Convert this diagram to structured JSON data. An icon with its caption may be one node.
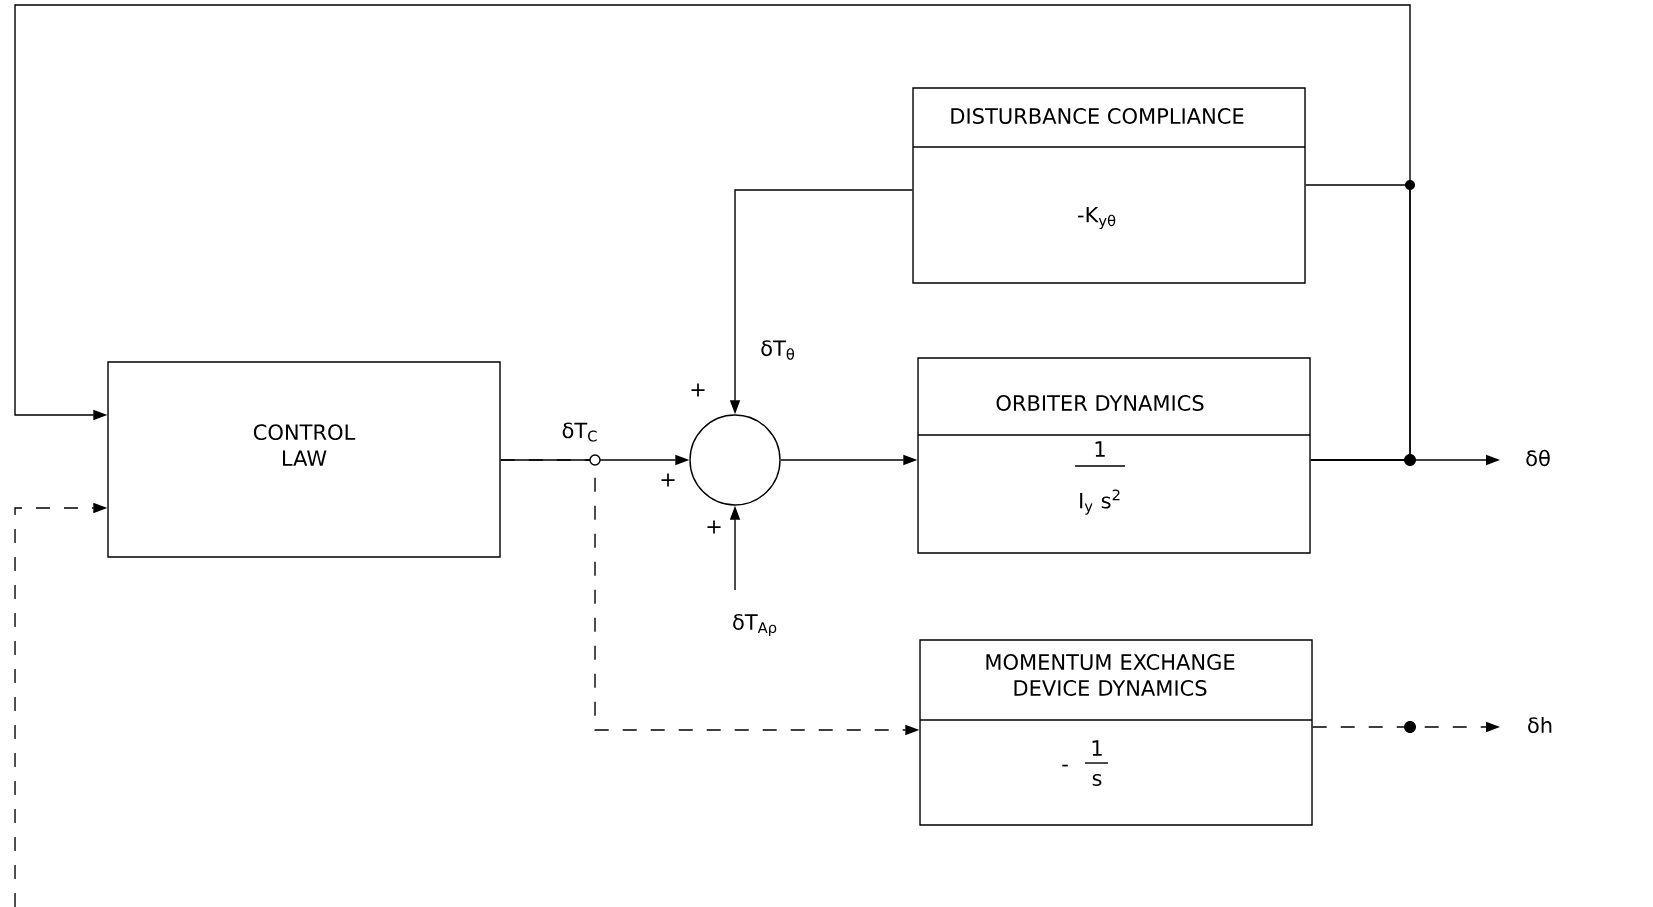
{
  "diagram": {
    "nodes": [
      {
        "text": [
          "CONTROL LAW"
        ]
      },
      {
        "text": [],
        "shape": "circle",
        "beside": [
          "+",
          "+",
          "+"
        ]
      },
      {
        "text": [
          "DISTURBANCE COMPLIANCE",
          "-K$_{yθ}$"
        ]
      },
      {
        "text": [
          "ORBITER DYNAMICS",
          "1",
          "I$_{y}$ s$^{2}$"
        ]
      },
      {
        "text": [
          "MOMENTUM EXCHANGE DEVICE DYNAMICS",
          "-",
          "1",
          "s"
        ]
      }
    ],
    "edges": [
      {
        "from": 0,
        "to": 1,
        "arrow": "to",
        "label": "δT$_{C}$"
      },
      {
        "from": 1,
        "to": 3,
        "arrow": "to"
      },
      {
        "from": 3,
        "to": null,
        "arrow": "to",
        "label": "δθ"
      },
      {
        "from": 3,
        "to": 0,
        "arrow": "to"
      },
      {
        "from": 3,
        "to": 2,
        "arrow": "none"
      },
      {
        "from": 2,
        "to": 1,
        "arrow": "to",
        "label": "δT$_{θ}$"
      },
      {
        "from": null,
        "to": 1,
        "arrow": "to",
        "label": "δT$_{Aρ}$"
      },
      {
        "from": 0,
        "to": 4,
        "arrow": "to",
        "style": "dashed"
      },
      {
        "from": 4,
        "to": null,
        "arrow": "to",
        "style": "dashed",
        "label": "δh"
      },
      {
        "from": null,
        "to": 0,
        "arrow": "to",
        "style": "dashed"
      }
    ]
  }
}
